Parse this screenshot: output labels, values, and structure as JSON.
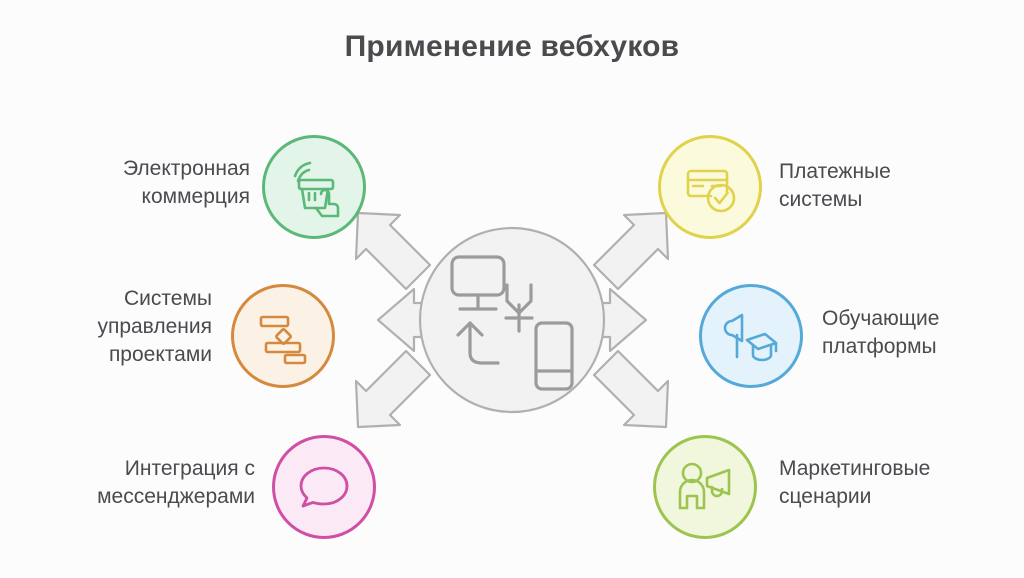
{
  "page": {
    "title": "Применение вебхуков",
    "background_color": "#fcfcfd",
    "text_color": "#4a4a4f"
  },
  "hub": {
    "name": "webhook-hub",
    "circle_fill": "#f2f2f2",
    "circle_stroke": "#b0b0b0",
    "arrow_fill": "#f2f2f2",
    "arrow_stroke": "#b0b0b0",
    "icon_color": "#9b9b9b",
    "icons": [
      "monitor-icon",
      "webhook-connector-icon",
      "return-arrow-icon",
      "smartphone-icon"
    ],
    "arrow_count": 6,
    "arrow_directions": [
      "up-left",
      "left",
      "down-left",
      "up-right",
      "right",
      "down-right"
    ]
  },
  "nodes": [
    {
      "id": "ecommerce",
      "label": "Электронная\nкоммерция",
      "label_side": "left",
      "icon": "shopping-basket-tap-icon",
      "stroke": "#5cb878",
      "fill": "#e2f5e8"
    },
    {
      "id": "project",
      "label": "Системы\nуправления\nпроектами",
      "label_side": "left",
      "icon": "gantt-chart-icon",
      "stroke": "#d4893f",
      "fill": "#fcf1e5"
    },
    {
      "id": "messenger",
      "label": "Интеграция с\nмессенджерами",
      "label_side": "left",
      "icon": "speech-bubble-icon",
      "stroke": "#cf4fa4",
      "fill": "#fbe9f5"
    },
    {
      "id": "payment",
      "label": "Платежные\nсистемы",
      "label_side": "right",
      "icon": "credit-card-check-icon",
      "stroke": "#e0d24a",
      "fill": "#fbfadd"
    },
    {
      "id": "education",
      "label": "Обучающие\nплатформы",
      "label_side": "right",
      "icon": "flag-graduation-cap-icon",
      "stroke": "#55a9d8",
      "fill": "#e4f3fb"
    },
    {
      "id": "marketing",
      "label": "Маркетинговые\nсценарии",
      "label_side": "right",
      "icon": "person-megaphone-icon",
      "stroke": "#9dc councils"
    }
  ]
}
